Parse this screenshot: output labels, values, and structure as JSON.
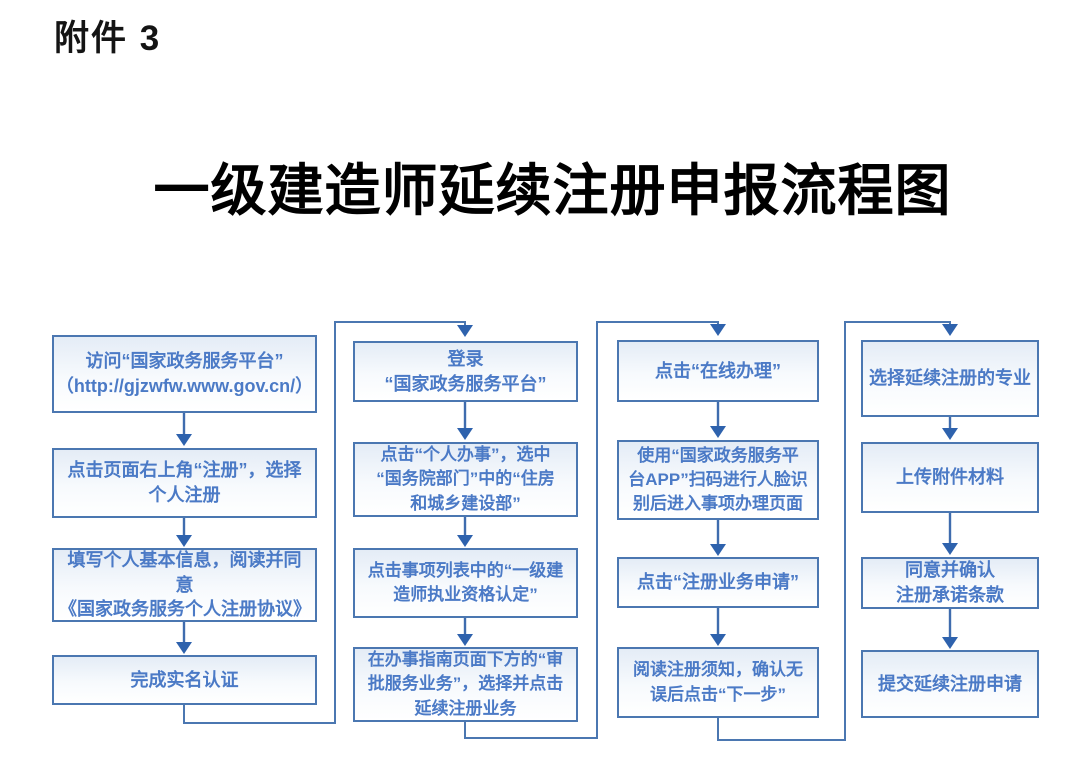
{
  "page": {
    "attachment_label": "附件 3",
    "title": "一级建造师延续注册申报流程图"
  },
  "flowchart": {
    "columns": [
      {
        "steps": [
          "访问“国家政务服务平台”\n（http://gjzwfw.www.gov.cn/）",
          "点击页面右上角“注册”，选择\n个人注册",
          "填写个人基本信息，阅读并同意\n《国家政务服务个人注册协议》",
          "完成实名认证"
        ]
      },
      {
        "steps": [
          "登录\n“国家政务服务平台”",
          "点击“个人办事”，选中\n“国务院部门”中的“住房\n和城乡建设部”",
          "点击事项列表中的“一级建\n造师执业资格认定”",
          "在办事指南页面下方的“审\n批服务业务”，选择并点击\n延续注册业务"
        ]
      },
      {
        "steps": [
          "点击“在线办理”",
          "使用“国家政务服务平\n台APP”扫码进行人脸识\n别后进入事项办理页面",
          "点击“注册业务申请”",
          "阅读注册须知，确认无\n误后点击“下一步”"
        ]
      },
      {
        "steps": [
          "选择延续注册的专业",
          "上传附件材料",
          "同意并确认\n注册承诺条款",
          "提交延续注册申请"
        ]
      }
    ]
  },
  "colors": {
    "box_border": "#4b77b1",
    "box_fill_top": "#e4ecf6",
    "box_fill_bottom": "#ffffff",
    "box_text": "#4b7ac6",
    "connector_line": "#3f6cae",
    "arrowhead": "#2e62ad",
    "title_text": "#000000",
    "background": "#ffffff"
  }
}
